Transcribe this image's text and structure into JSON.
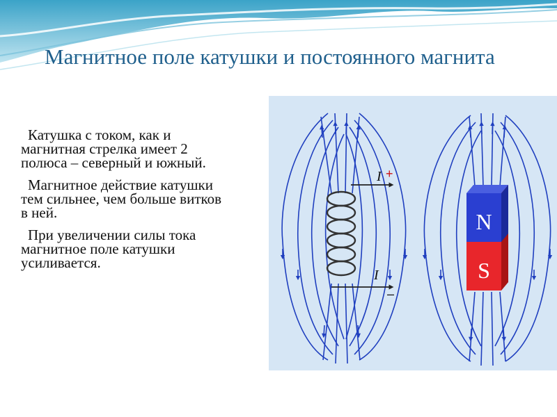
{
  "slide": {
    "title": "Магнитное поле катушки и постоянного магнита",
    "paragraphs": [
      "Катушка с током, как и магнитная стрелка имеет 2 полюса – северный и южный.",
      "Магнитное действие катушки тем сильнее, чем больше витков в ней.",
      "При увеличении силы тока магнитное поле катушки усиливается."
    ]
  },
  "figure": {
    "current_top_label": "I",
    "plus_sign": "+",
    "current_bottom_label": "I",
    "minus_sign": "–",
    "north_label": "N",
    "south_label": "S"
  },
  "colors": {
    "title": "#1f5f8c",
    "figure_background": "#d6e6f5",
    "field_lines": "#1f3fbf",
    "current_sign": "#cc1111",
    "magnet_north": "#2a3fd1",
    "magnet_south": "#e8262b",
    "coil_wire": "#333333"
  }
}
